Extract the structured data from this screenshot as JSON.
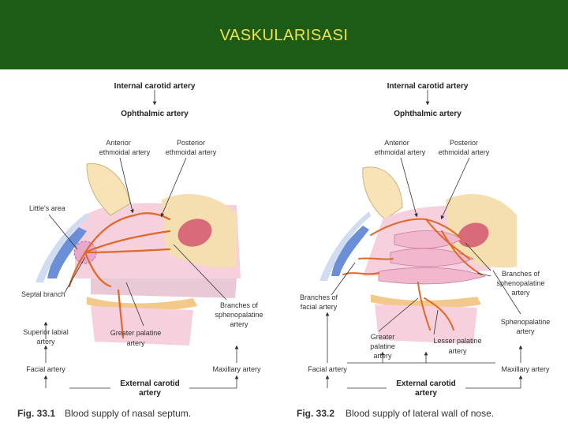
{
  "slide_title": "VASKULARISASI",
  "colors": {
    "header_bg": "#1c5c17",
    "title": "#f2e24a",
    "artery": "#e0682a"
  },
  "fig1": {
    "internal_carotid": "Internal carotid artery",
    "ophthalmic": "Ophthalmic artery",
    "anterior_1": "Anterior",
    "anterior_2": "ethmoidal artery",
    "posterior_1": "Posterior",
    "posterior_2": "ethmoidal artery",
    "littles_area": "Little's area",
    "septal_branch": "Septal branch",
    "superior_labial_1": "Superior labial",
    "superior_labial_2": "artery",
    "greater_palatine_1": "Greater palatine",
    "greater_palatine_2": "artery",
    "branches_spheno_1": "Branches of",
    "branches_spheno_2": "sphenopalatine",
    "branches_spheno_3": "artery",
    "facial": "Facial artery",
    "maxillary": "Maxillary artery",
    "external_1": "External carotid",
    "external_2": "artery",
    "caption_num": "Fig. 33.1",
    "caption_text": "Blood supply of nasal septum."
  },
  "fig2": {
    "internal_carotid": "Internal carotid artery",
    "ophthalmic": "Ophthalmic artery",
    "anterior_1": "Anterior",
    "anterior_2": "ethmoidal artery",
    "posterior_1": "Posterior",
    "posterior_2": "ethmoidal artery",
    "branches_facial_1": "Branches of",
    "branches_facial_2": "facial artery",
    "branches_spheno_1": "Branches of",
    "branches_spheno_2": "sphenopalatine",
    "branches_spheno_3": "artery",
    "sphenopalatine_1": "Sphenopalatine",
    "sphenopalatine_2": "artery",
    "greater_palatine_1": "Greater",
    "greater_palatine_2": "palatine",
    "greater_palatine_3": "artery",
    "lesser_palatine_1": "Lesser palatine",
    "lesser_palatine_2": "artery",
    "facial": "Facial artery",
    "maxillary": "Maxillary artery",
    "external_1": "External carotid",
    "external_2": "artery",
    "caption_num": "Fig. 33.2",
    "caption_text": "Blood supply of lateral wall of nose."
  }
}
